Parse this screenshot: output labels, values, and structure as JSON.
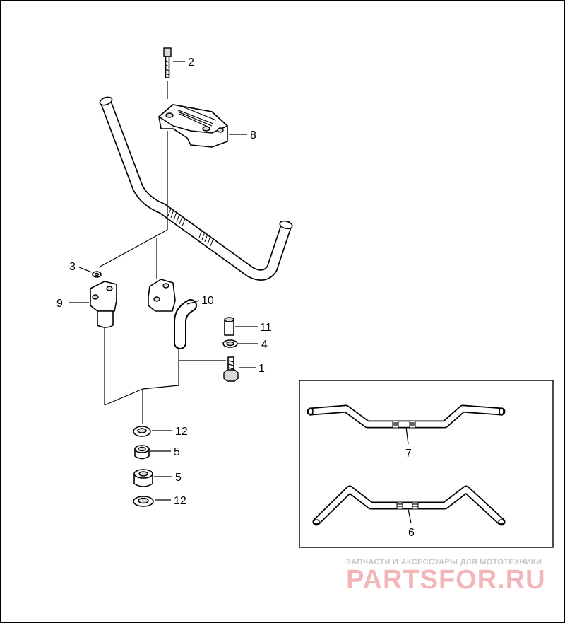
{
  "callouts": {
    "c1": "1",
    "c2": "2",
    "c3": "3",
    "c4": "4",
    "c5a": "5",
    "c5b": "5",
    "c6": "6",
    "c7": "7",
    "c8": "8",
    "c9": "9",
    "c10": "10",
    "c11": "11",
    "c12a": "12",
    "c12b": "12"
  },
  "watermark": {
    "tagline": "ЗАПЧАСТИ И АКСЕССУАРЫ ДЛЯ МОТОТЕХНИКИ",
    "brand": "PARTSFOR.RU",
    "brand_color": "#f2b5b8",
    "tagline_color": "#c6c6c6"
  }
}
